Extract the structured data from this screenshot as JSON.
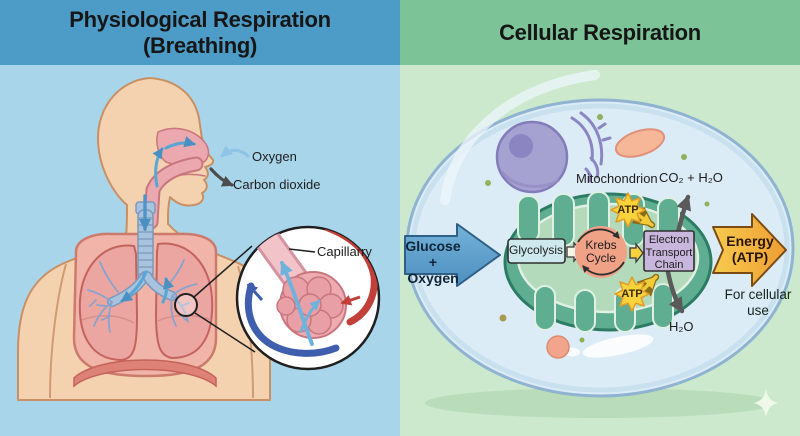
{
  "left_panel": {
    "title": "Physiological Respiration\n(Breathing)",
    "labels": {
      "oxygen": "Oxygen",
      "carbon_dioxide": "Carbon dioxide",
      "capillary": "Capillarry"
    },
    "colors": {
      "header_bg": "#4d9cc7",
      "body_bg": "#a9d5eb",
      "skin": "#f4d2af",
      "lung_pink": "#eba6a2",
      "trachea_blue": "#a7c3de",
      "airflow_arrow_blue": "#5aa7d6",
      "vessel_red": "#c2403a",
      "vessel_blue": "#3f5fae"
    }
  },
  "right_panel": {
    "title": "Cellular Respiration",
    "labels": {
      "mitochondrion": "Mitochondrion",
      "co2_h2o": "CO₂ + H₂O",
      "h2o": "H₂O",
      "glucose_oxygen": "Glucose\n+ Oxygen",
      "glycolysis": "Glycolysis",
      "krebs_cycle": "Krebs\nCycle",
      "electron_transport_chain": "Electron\nTransport\nChain",
      "atp": "ATP",
      "energy_atp": "Energy\n(ATP)",
      "for_cellular_use": "For cellular\nuse"
    },
    "colors": {
      "header_bg": "#7cc398",
      "body_bg": "#cce9cd",
      "cell_fill": "#dcecf7",
      "cell_stroke": "#8fb3d1",
      "mitochondrion_fill": "#5fae92",
      "matrix_fill": "#b2dabb",
      "glycolysis_box": "#cde9ed",
      "krebs_fill": "#f0a287",
      "etc_box": "#c9b6dd",
      "atp_star": "#f9d33c",
      "glucose_arrow": "#5f9fc9",
      "energy_arrow": "#f5b033"
    }
  }
}
